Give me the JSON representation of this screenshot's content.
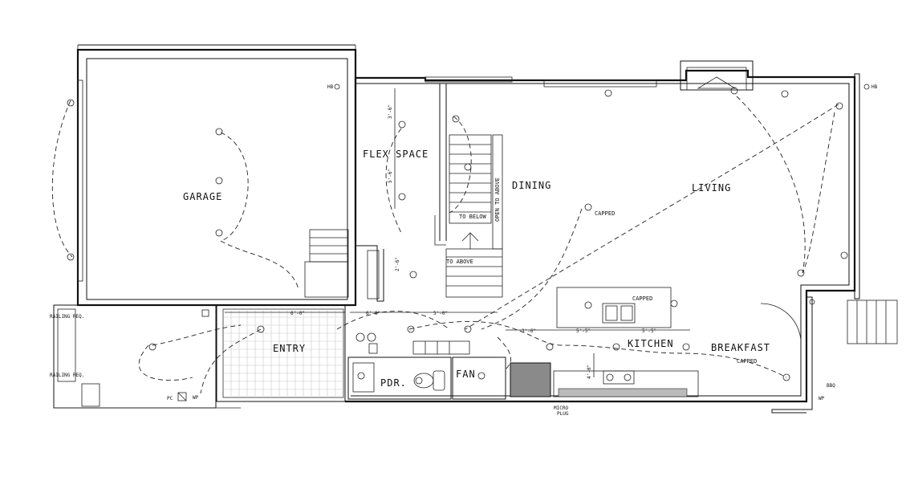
{
  "rooms": {
    "garage": "GARAGE",
    "flex_space": "FLEX SPACE",
    "dining": "DINING",
    "living": "LIVING",
    "entry": "ENTRY",
    "pdr": "PDR.",
    "fan": "FAN",
    "kitchen": "KITCHEN",
    "breakfast": "BREAKFAST"
  },
  "notes": {
    "to_below": "TO BELOW",
    "to_above": "TO ABOVE",
    "open_to_above": "OPEN TO ABOVE",
    "capped_dining": "CAPPED",
    "capped_island": "CAPPED",
    "capped_breakfast": "CAPPED",
    "railing_top": "RAILING REQ.",
    "railing_bottom": "RAILING REQ.",
    "hb_left": "HB",
    "hb_right": "HB",
    "bbq": "BBQ",
    "pc": "PC",
    "wp_left": "WP",
    "wp_right": "WP",
    "micro_plug": "MICRO\nPLUG"
  },
  "dims": {
    "flex_top": "3'-6\"",
    "flex_mid": "5'-6\"",
    "hall": "2'-6\"",
    "entry_a": "6'-0\"",
    "entry_b": "6'-0\"",
    "entry_c": "5'-0\"",
    "kit_a": "3'-6\"",
    "kit_b": "5'-5\"",
    "kit_c": "5'-5\"",
    "kit_d": "4'-0\""
  },
  "colors": {
    "line": "#111111",
    "tile": "#c8c8c8",
    "appliance": "#8a8a8a"
  }
}
